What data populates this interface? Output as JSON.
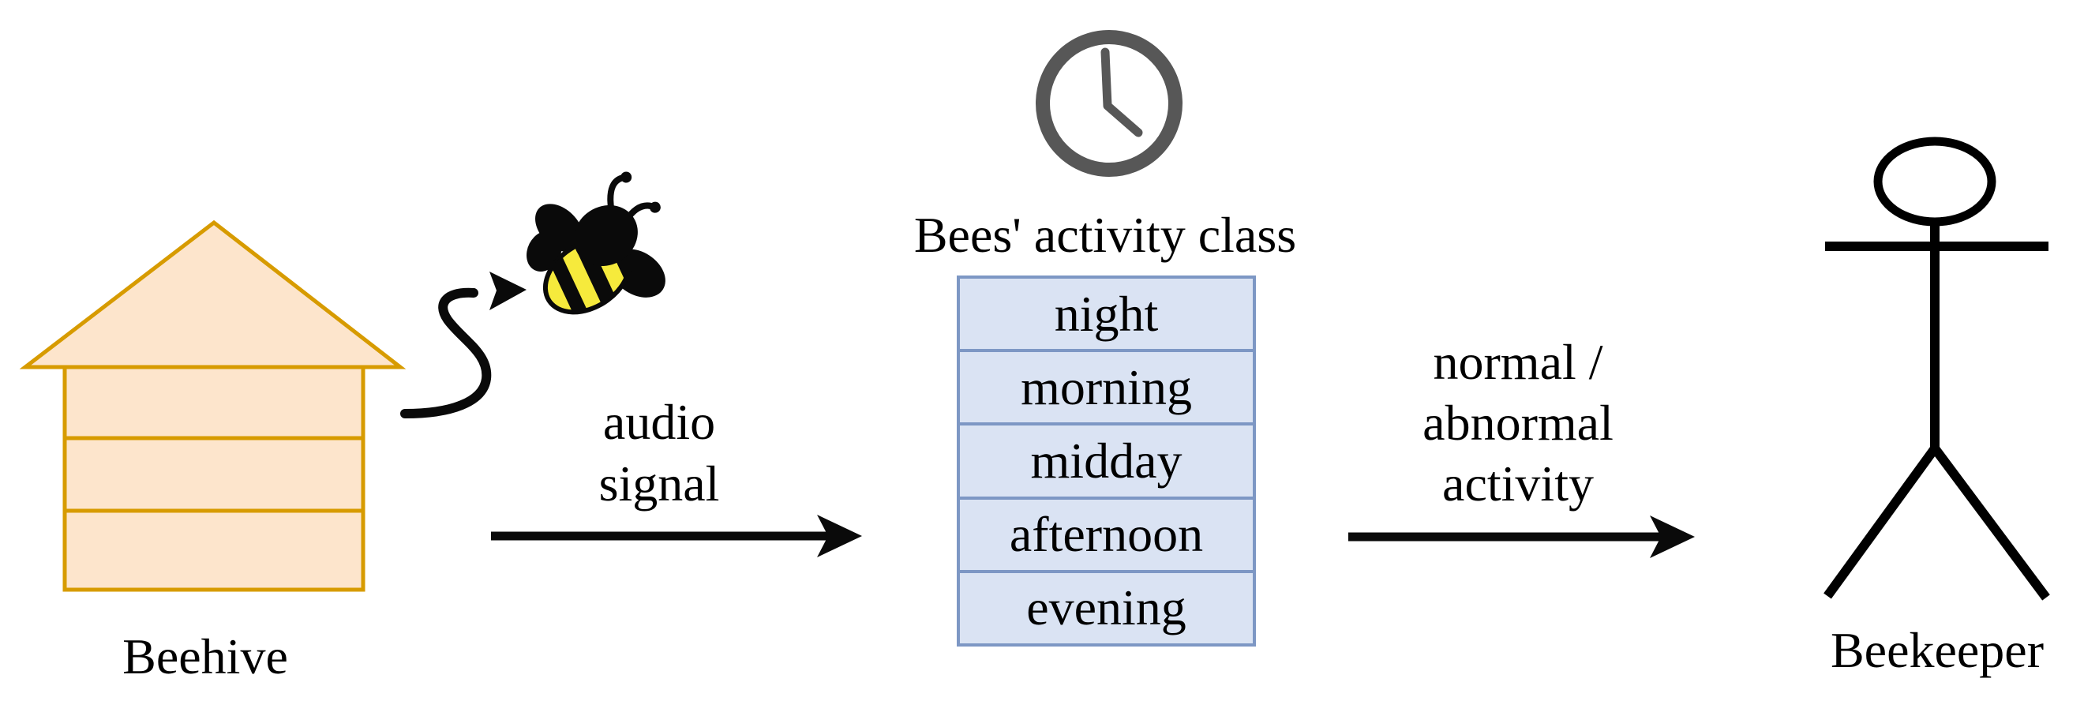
{
  "figure": {
    "type": "flow-diagram",
    "description": "Beehive audio monitoring pipeline"
  },
  "colors": {
    "background": "#ffffff",
    "ink": "#000000",
    "hive_fill": "#fde5cc",
    "hive_stroke": "#d79b00",
    "table_fill": "#dae3f3",
    "table_stroke": "#7d97c4",
    "clock_gray": "#575757",
    "bee_yellow": "#f6ea3c",
    "bee_black": "#0a0a0a"
  },
  "hive": {
    "label": "Beehive"
  },
  "icons": {
    "bee": "bee-icon",
    "clock": "clock-icon",
    "person": "stick-figure-icon"
  },
  "activity": {
    "title": "Bees' activity class",
    "rows": [
      "night",
      "morning",
      "midday",
      "afternoon",
      "evening"
    ]
  },
  "edges": {
    "audio": {
      "line1": "audio",
      "line2": "signal"
    },
    "result": {
      "line1": "normal /",
      "line2": "abnormal",
      "line3": "activity"
    }
  },
  "beekeeper": {
    "label": "Beekeeper"
  }
}
